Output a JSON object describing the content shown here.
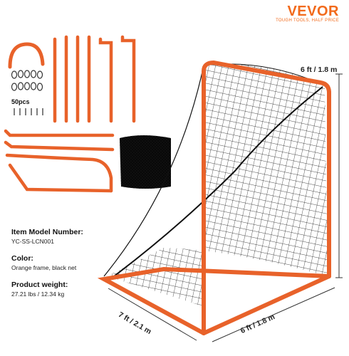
{
  "brand": {
    "name": "VEVOR",
    "tagline": "TOUGH TOOLS, HALF PRICE",
    "color": "#f26a1b"
  },
  "parts": {
    "clip_count_label": "50pcs"
  },
  "dimensions": {
    "height": "6 ft / 1.8 m",
    "depth": "7 ft / 2.1 m",
    "width": "6 ft / 1.8 m"
  },
  "specs": [
    {
      "label": "Item Model Number:",
      "value": "YC-SS-LCN001"
    },
    {
      "label": "Color:",
      "value": "Orange frame, black net"
    },
    {
      "label": "Product weight:",
      "value": "27.21 lbs / 12.34 kg"
    }
  ],
  "colors": {
    "frame": "#e8622a",
    "net": "#111111"
  }
}
